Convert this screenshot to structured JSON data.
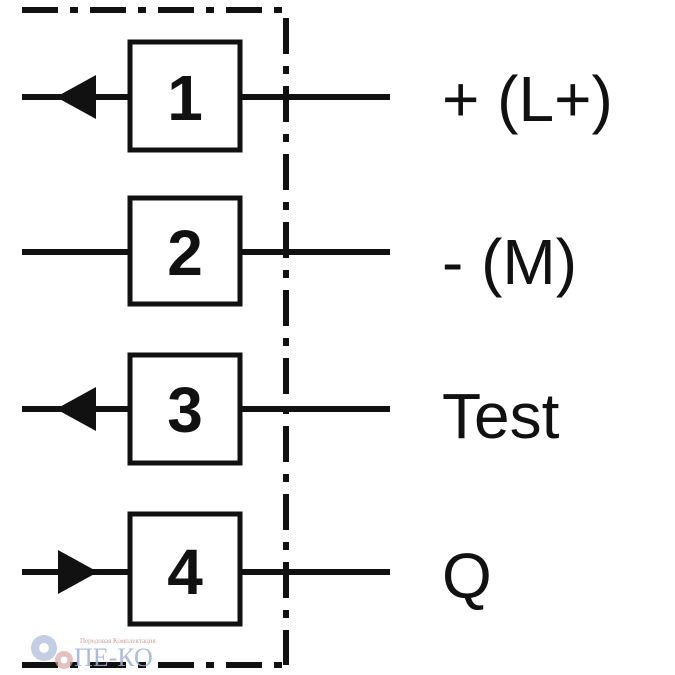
{
  "terminals": [
    {
      "number": "1",
      "signal": "+ (L+)",
      "arrow": "out"
    },
    {
      "number": "2",
      "signal": "- (M)",
      "arrow": "none"
    },
    {
      "number": "3",
      "signal": "Test",
      "arrow": "out"
    },
    {
      "number": "4",
      "signal": "Q",
      "arrow": "in"
    }
  ],
  "watermark": {
    "tagline": "Передовая Комплектация",
    "brand": "ПЕ-КО",
    "icon": "gears-icon"
  },
  "colors": {
    "line": "#111111",
    "watermark_blue": "#9db0d6",
    "watermark_red": "#d9a6a6"
  }
}
